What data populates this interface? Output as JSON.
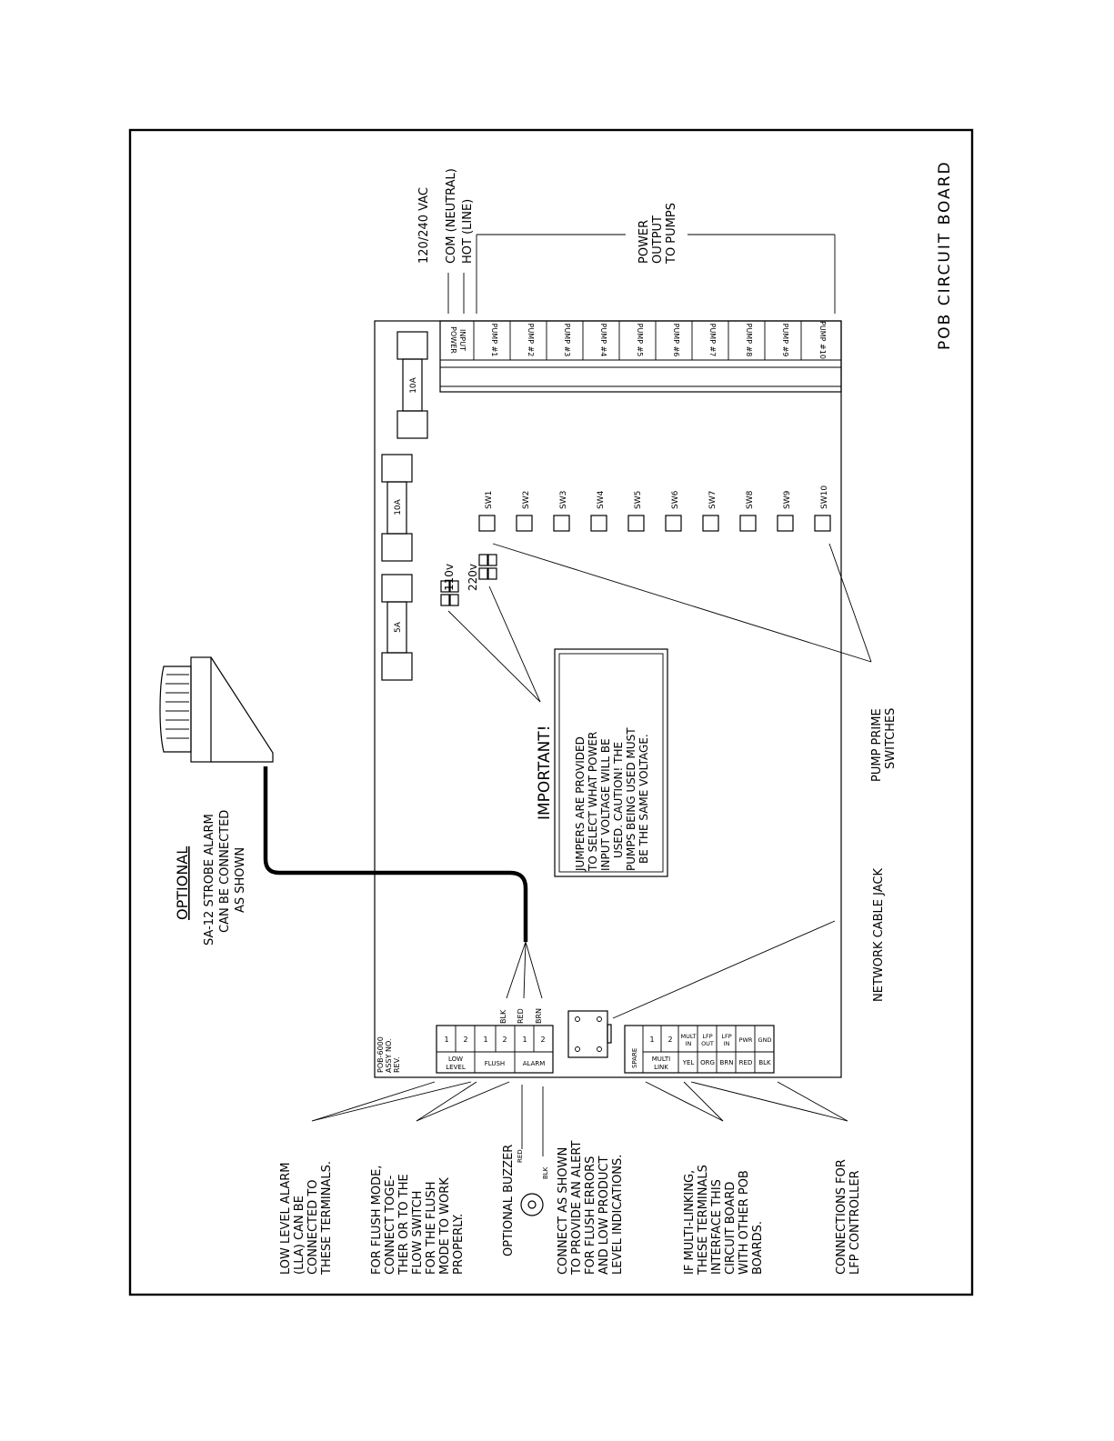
{
  "board": {
    "title": "POB CIRCUIT BOARD",
    "assy_label": [
      "POB-6000",
      "ASSY NO.",
      "REV."
    ]
  },
  "power": {
    "voltage": "120/240 VAC",
    "com": "COM (NEUTRAL)",
    "hot": "HOT (LINE)",
    "output": [
      "POWER",
      "OUTPUT",
      "TO PUMPS"
    ],
    "input_label": [
      "POWER",
      "INPUT"
    ]
  },
  "pumps": [
    "PUMP #1",
    "PUMP #2",
    "PUMP #3",
    "PUMP #4",
    "PUMP #5",
    "PUMP #6",
    "PUMP #7",
    "PUMP #8",
    "PUMP #9",
    "PUMP #10"
  ],
  "switches": [
    "SW1",
    "SW2",
    "SW3",
    "SW4",
    "SW5",
    "SW6",
    "SW7",
    "SW8",
    "SW9",
    "SW10"
  ],
  "fuses": {
    "f1": "5A",
    "f2": "10A",
    "f3": "10A"
  },
  "jumpers": {
    "v110": "110v",
    "v220": "220v"
  },
  "important": {
    "title": "IMPORTANT!",
    "lines": [
      "JUMPERS ARE PROVIDED",
      "TO SELECT WHAT POWER",
      "INPUT VOLTAGE WILL BE",
      "USED. CAUTION! THE",
      "PUMPS BEING USED MUST",
      "BE THE SAME VOLTAGE."
    ]
  },
  "optional_strobe": {
    "title": "OPTIONAL",
    "lines": [
      "SA-12 STROBE ALARM",
      "CAN BE CONNECTED",
      "AS SHOWN"
    ]
  },
  "labels": {
    "network_jack": "NETWORK CABLE JACK",
    "pump_prime": [
      "PUMP PRIME",
      "SWITCHES"
    ],
    "spare": "SPARE"
  },
  "wires": {
    "blk": "BLK",
    "red": "RED",
    "brn": "BRN"
  },
  "terminal_blocks": {
    "low_level": {
      "name": [
        "LOW",
        "LEVEL"
      ],
      "t1": "1",
      "t2": "2"
    },
    "flush": {
      "name": "FLUSH",
      "t1": "1",
      "t2": "2"
    },
    "alarm": {
      "name": "ALARM",
      "t1": "1",
      "t2": "2"
    },
    "multi_link": {
      "name": [
        "MULTI",
        "LINK"
      ],
      "t1": "1",
      "t2": "2"
    },
    "multi_in": {
      "top": [
        "MULT",
        "IN"
      ],
      "bottom": "YEL"
    },
    "lfp_out": {
      "top": [
        "LFP",
        "OUT"
      ],
      "bottom": "ORG"
    },
    "lfp_in": {
      "top": [
        "LFP",
        "IN"
      ],
      "bottom": "BRN"
    },
    "pwr": {
      "top": "PWR",
      "bottom": "RED"
    },
    "gnd": {
      "top": "GND",
      "bottom": "BLK"
    }
  },
  "notes": {
    "low_level": [
      "LOW LEVEL ALARM",
      "(LLA) CAN BE",
      "CONNECTED TO",
      "THESE TERMINALS."
    ],
    "flush": [
      "FOR FLUSH MODE,",
      "CONNECT TOGE-",
      "THER OR TO THE",
      "FLOW SWITCH",
      "FOR THE FLUSH",
      "MODE TO WORK",
      "PROPERLY."
    ],
    "buzzer": {
      "title": "OPTIONAL BUZZER",
      "red": "RED",
      "blk": "BLK"
    },
    "alarm": [
      "CONNECT AS SHOWN",
      "TO PROVIDE AN ALERT",
      "FOR FLUSH ERRORS",
      "AND LOW PRODUCT",
      "LEVEL INDICATIONS."
    ],
    "multi_link": [
      "IF MULTI-LINKING,",
      "THESE TERMINALS",
      "INTERFACE THIS",
      "CIRCUIT BOARD",
      "WITH OTHER POB",
      "BOARDS."
    ],
    "lfp": [
      "CONNECTIONS FOR",
      "LFP CONTROLLER"
    ]
  }
}
